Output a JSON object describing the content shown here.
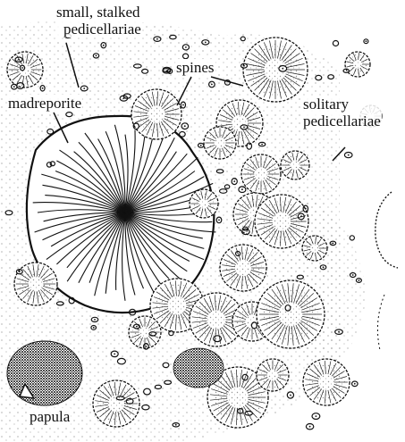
{
  "figure": {
    "labels": {
      "small_stalked_line1": "small, stalked",
      "small_stalked_line2": "pedicellariae",
      "spines": "spines",
      "madreporite": "madreporite",
      "solitary_line1": "solitary",
      "solitary_line2": "pedicellariae",
      "papula": "papula"
    },
    "colors": {
      "ink": "#111111",
      "paper": "#ffffff"
    }
  }
}
